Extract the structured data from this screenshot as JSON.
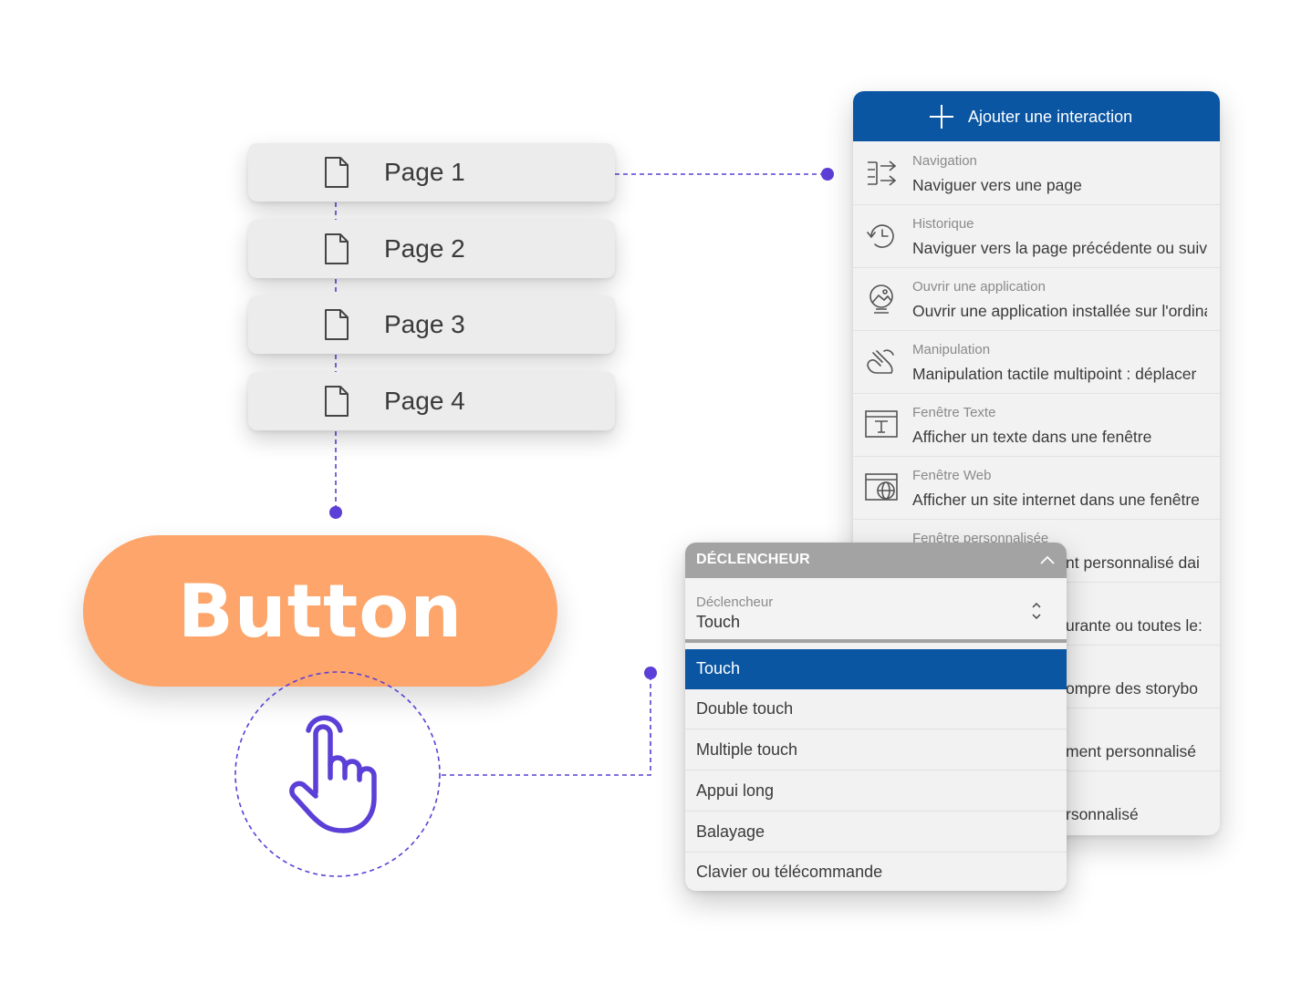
{
  "pages": [
    {
      "label": "Page 1"
    },
    {
      "label": "Page 2"
    },
    {
      "label": "Page 3"
    },
    {
      "label": "Page 4"
    }
  ],
  "button": {
    "label": "Button"
  },
  "interaction_panel": {
    "add_label": "Ajouter une interaction",
    "items": [
      {
        "category": "Navigation",
        "description": "Naviguer vers une page",
        "icon": "navigation-icon"
      },
      {
        "category": "Historique",
        "description": "Naviguer vers la page précédente ou suivante",
        "icon": "history-icon"
      },
      {
        "category": "Ouvrir une application",
        "description": "Ouvrir une application installée sur l'ordinateur",
        "icon": "app-icon"
      },
      {
        "category": "Manipulation",
        "description": "Manipulation tactile multipoint : déplacer",
        "icon": "manipulation-icon"
      },
      {
        "category": "Fenêtre Texte",
        "description": "Afficher un texte dans une fenêtre",
        "icon": "text-window-icon"
      },
      {
        "category": "Fenêtre Web",
        "description": "Afficher un site internet dans une fenêtre",
        "icon": "web-window-icon"
      },
      {
        "category": "Fenêtre personnalisée",
        "description": "nt personnalisé dai"
      },
      {
        "description": "urante ou toutes le:"
      },
      {
        "description": "ompre des storybo"
      },
      {
        "description": "ment personnalisé"
      },
      {
        "description": "rsonnalisé"
      }
    ]
  },
  "trigger_panel": {
    "header": "DÉCLENCHEUR",
    "field_label": "Déclencheur",
    "field_value": "Touch",
    "options": [
      "Touch",
      "Double touch",
      "Multiple touch",
      "Appui long",
      "Balayage",
      "Clavier ou télécommande"
    ],
    "selected": "Touch"
  },
  "colors": {
    "accent_blue": "#0b56a3",
    "button_orange": "#fda56a",
    "connector_purple": "#5b3fd6"
  }
}
